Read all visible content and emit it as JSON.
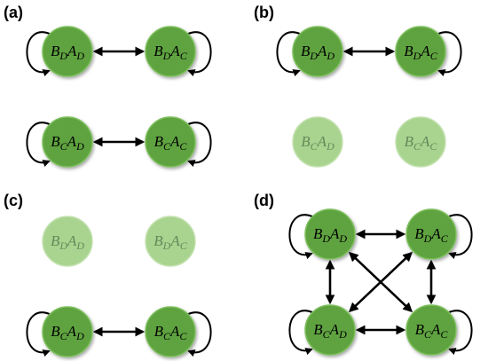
{
  "colors": {
    "node_fill": "#5fa33f",
    "node_stroke": "#7cbf5c",
    "node_faded_fill": "#a9d48f",
    "arrow": "#000000"
  },
  "panels": [
    {
      "label": "(a)",
      "nodes": [
        {
          "id": "a-BDAD",
          "base1": "B",
          "sub1": "D",
          "base2": "A",
          "sub2": "D",
          "active": true,
          "loop": "left"
        },
        {
          "id": "a-BDAC",
          "base1": "B",
          "sub1": "D",
          "base2": "A",
          "sub2": "C",
          "active": true,
          "loop": "right"
        },
        {
          "id": "a-BCAD",
          "base1": "B",
          "sub1": "C",
          "base2": "A",
          "sub2": "D",
          "active": true,
          "loop": "left"
        },
        {
          "id": "a-BCAC",
          "base1": "B",
          "sub1": "C",
          "base2": "A",
          "sub2": "C",
          "active": true,
          "loop": "right"
        }
      ],
      "edges": [
        [
          "a-BDAD",
          "a-BDAC"
        ],
        [
          "a-BCAD",
          "a-BCAC"
        ]
      ]
    },
    {
      "label": "(b)",
      "nodes": [
        {
          "id": "b-BDAD",
          "base1": "B",
          "sub1": "D",
          "base2": "A",
          "sub2": "D",
          "active": true,
          "loop": "left"
        },
        {
          "id": "b-BDAC",
          "base1": "B",
          "sub1": "D",
          "base2": "A",
          "sub2": "C",
          "active": true,
          "loop": "right"
        },
        {
          "id": "b-BCAD",
          "base1": "B",
          "sub1": "C",
          "base2": "A",
          "sub2": "D",
          "active": false,
          "loop": "none"
        },
        {
          "id": "b-BCAC",
          "base1": "B",
          "sub1": "C",
          "base2": "A",
          "sub2": "C",
          "active": false,
          "loop": "none"
        }
      ],
      "edges": [
        [
          "b-BDAD",
          "b-BDAC"
        ]
      ]
    },
    {
      "label": "(c)",
      "nodes": [
        {
          "id": "c-BDAD",
          "base1": "B",
          "sub1": "D",
          "base2": "A",
          "sub2": "D",
          "active": false,
          "loop": "none"
        },
        {
          "id": "c-BDAC",
          "base1": "B",
          "sub1": "D",
          "base2": "A",
          "sub2": "C",
          "active": false,
          "loop": "none"
        },
        {
          "id": "c-BCAD",
          "base1": "B",
          "sub1": "C",
          "base2": "A",
          "sub2": "D",
          "active": true,
          "loop": "left"
        },
        {
          "id": "c-BCAC",
          "base1": "B",
          "sub1": "C",
          "base2": "A",
          "sub2": "C",
          "active": true,
          "loop": "right"
        }
      ],
      "edges": [
        [
          "c-BCAD",
          "c-BCAC"
        ]
      ]
    },
    {
      "label": "(d)",
      "nodes": [
        {
          "id": "d-BDAD",
          "base1": "B",
          "sub1": "D",
          "base2": "A",
          "sub2": "D",
          "active": true,
          "loop": "left"
        },
        {
          "id": "d-BDAC",
          "base1": "B",
          "sub1": "D",
          "base2": "A",
          "sub2": "C",
          "active": true,
          "loop": "right"
        },
        {
          "id": "d-BCAD",
          "base1": "B",
          "sub1": "C",
          "base2": "A",
          "sub2": "D",
          "active": true,
          "loop": "left"
        },
        {
          "id": "d-BCAC",
          "base1": "B",
          "sub1": "C",
          "base2": "A",
          "sub2": "C",
          "active": true,
          "loop": "right"
        }
      ],
      "edges": [
        [
          "d-BDAD",
          "d-BDAC"
        ],
        [
          "d-BCAD",
          "d-BCAC"
        ],
        [
          "d-BDAD",
          "d-BCAD"
        ],
        [
          "d-BDAC",
          "d-BCAC"
        ],
        [
          "d-BDAD",
          "d-BCAC"
        ],
        [
          "d-BDAC",
          "d-BCAD"
        ]
      ]
    }
  ]
}
